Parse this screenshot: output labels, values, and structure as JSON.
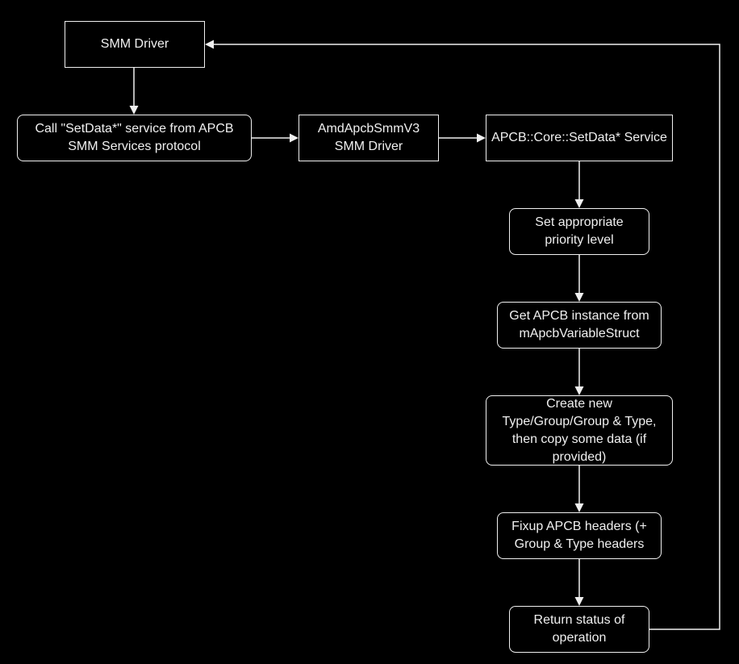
{
  "nodes": {
    "smm_driver": "SMM Driver",
    "call_setdata": "Call \"SetData*\" service from APCB SMM Services protocol",
    "amd_apcb_smm": "AmdApcbSmmV3 SMM Driver",
    "core_setdata": "APCB::Core::SetData* Service",
    "set_priority": "Set appropriate priority level",
    "get_instance": "Get APCB instance from mApcbVariableStruct",
    "create_new": "Create new Type/Group/Group & Type, then copy some data (if provided)",
    "fixup_headers": "Fixup APCB headers (+ Group & Type headers",
    "return_status": "Return status of operation"
  },
  "colors": {
    "background": "#000000",
    "stroke": "#f0f0f0",
    "text": "#f0f0f0"
  }
}
